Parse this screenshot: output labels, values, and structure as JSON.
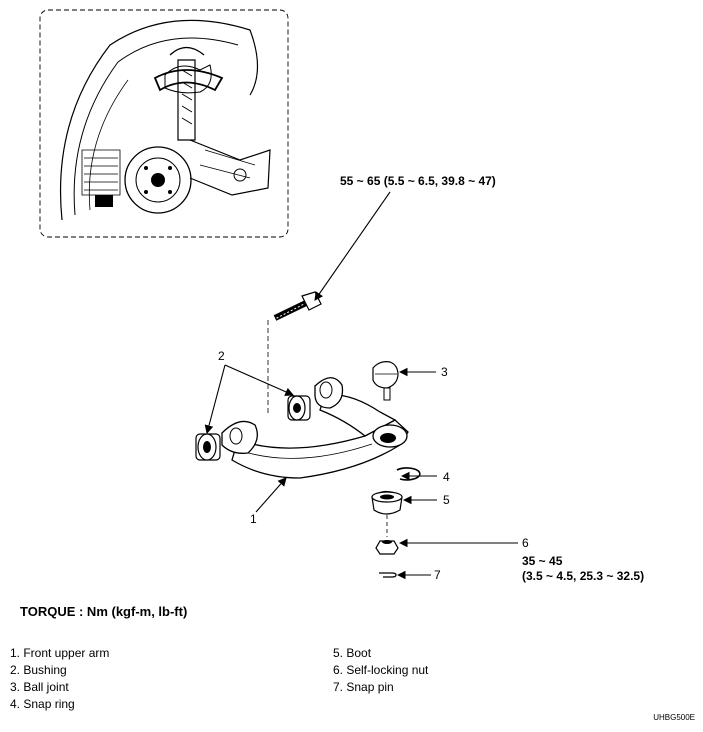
{
  "callouts": {
    "bolt_torque": "55 ~ 65 (5.5 ~ 6.5, 39.8 ~ 47)",
    "nut_torque_line1": "35 ~ 45",
    "nut_torque_line2": "(3.5 ~ 4.5, 25.3 ~ 32.5)",
    "num_1": "1",
    "num_2": "2",
    "num_3": "3",
    "num_4": "4",
    "num_5": "5",
    "num_6": "6",
    "num_7": "7"
  },
  "torque_heading": "TORQUE : Nm (kgf-m, lb-ft)",
  "legend": {
    "left": [
      "1. Front upper arm",
      "2. Bushing",
      "3. Ball joint",
      "4. Snap ring"
    ],
    "right": [
      "5. Boot",
      "6. Self-locking nut",
      "7. Snap pin"
    ]
  },
  "figure_code": "UHBG500E"
}
